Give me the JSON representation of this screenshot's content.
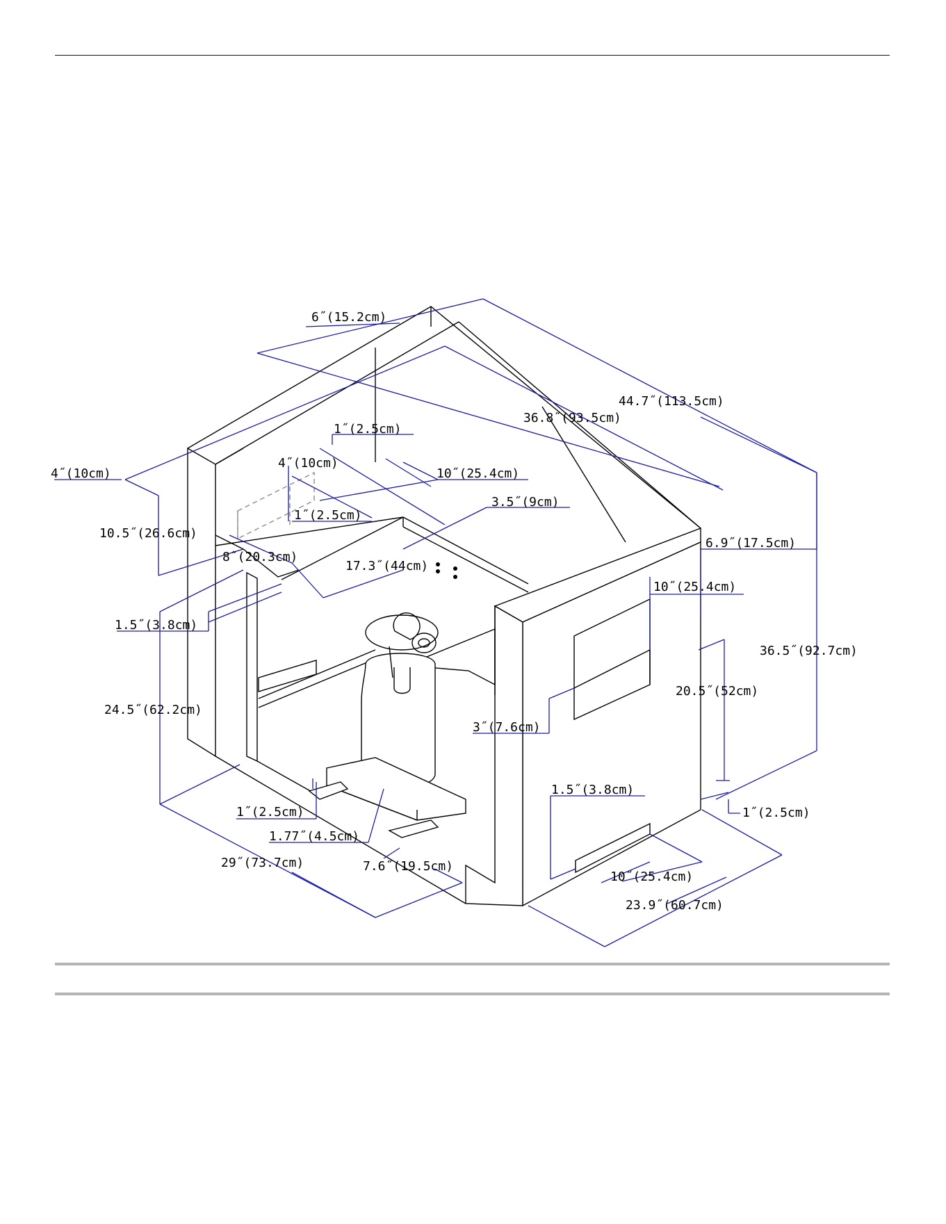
{
  "diagram": {
    "colors": {
      "object_lines": "#000000",
      "dimension_lines": "#1a1aa8",
      "rules": "#b4b4b4"
    },
    "dimensions": [
      {
        "id": "d-top-6",
        "text": "6˝(15.2cm)"
      },
      {
        "id": "d-overall-width",
        "text": "44.7˝(113.5cm)"
      },
      {
        "id": "d-inner-width",
        "text": "36.8˝(93.5cm)"
      },
      {
        "id": "d-lip-1a",
        "text": "1˝(2.5cm)"
      },
      {
        "id": "d-wall-4-outer",
        "text": "4˝(10cm)"
      },
      {
        "id": "d-wall-4-inner",
        "text": "4˝(10cm)"
      },
      {
        "id": "d-cutout-10a",
        "text": "10˝(25.4cm)"
      },
      {
        "id": "d-lip-1b",
        "text": "1˝(2.5cm)"
      },
      {
        "id": "d-ledge-3-5",
        "text": "3.5˝(9cm)"
      },
      {
        "id": "d-back-height",
        "text": "10.5˝(26.6cm)"
      },
      {
        "id": "d-ledge-8",
        "text": "8˝(20.3cm)"
      },
      {
        "id": "d-counter-17-3",
        "text": "17.3˝(44cm)"
      },
      {
        "id": "d-side-6-9",
        "text": "6.9˝(17.5cm)"
      },
      {
        "id": "d-vent-10-top",
        "text": "10˝(25.4cm)"
      },
      {
        "id": "d-shelf-1-5",
        "text": "1.5˝(3.8cm)"
      },
      {
        "id": "d-overall-height",
        "text": "36.5˝(92.7cm)"
      },
      {
        "id": "d-opening-height",
        "text": "20.5˝(52cm)"
      },
      {
        "id": "d-inner-height",
        "text": "24.5˝(62.2cm)"
      },
      {
        "id": "d-vent-3",
        "text": "3˝(7.6cm)"
      },
      {
        "id": "d-base-1",
        "text": "1˝(2.5cm)"
      },
      {
        "id": "d-vent-1-5",
        "text": "1.5˝(3.8cm)"
      },
      {
        "id": "d-side-lip-1",
        "text": "1˝(2.5cm)"
      },
      {
        "id": "d-rail-1-77",
        "text": "1.77˝(4.5cm)"
      },
      {
        "id": "d-depth-29",
        "text": "29˝(73.7cm)"
      },
      {
        "id": "d-rail-7-6",
        "text": "7.6˝(19.5cm)"
      },
      {
        "id": "d-vent-10-bottom",
        "text": "10˝(25.4cm)"
      },
      {
        "id": "d-side-depth",
        "text": "23.9˝(60.7cm)"
      }
    ]
  }
}
